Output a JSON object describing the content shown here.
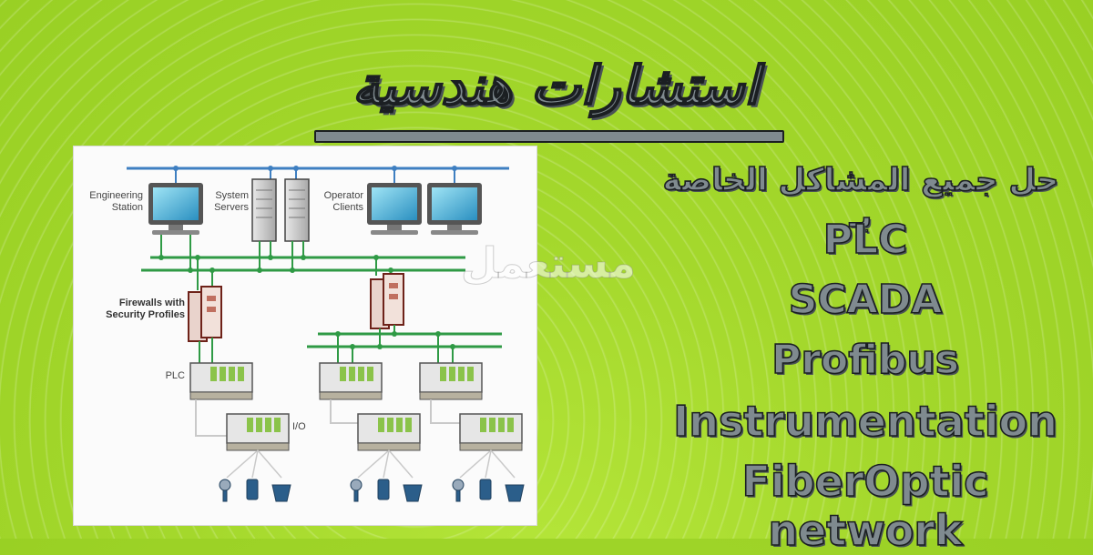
{
  "title": "استشارات هندسية",
  "subtitle": "حل جميع المشاكل الخاصة بـ",
  "services": [
    "PLC",
    "SCADA",
    "Profibus",
    "Instrumentation",
    "FiberOptic network"
  ],
  "watermark": "مستعمل",
  "diagram": {
    "labels": {
      "engineering_station": "Engineering Station",
      "system_servers": "System Servers",
      "operator_clients": "Operator Clients",
      "firewalls": "Firewalls with Security Profiles",
      "plc": "PLC",
      "io": "I/O"
    }
  },
  "colors": {
    "background": "#a4d82c",
    "network_blue": "#3e7fc1",
    "network_green": "#2f9a45",
    "title_fill": "#7f8a8f",
    "title_stroke": "#1b1f22"
  }
}
